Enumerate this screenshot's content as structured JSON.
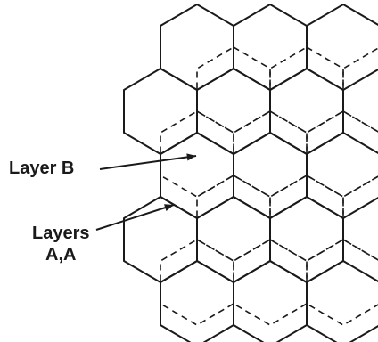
{
  "labels": {
    "layer_b": "Layer B",
    "layers_a_line1": "Layers",
    "layers_a_line2": "A,A"
  },
  "colors": {
    "ink": "#1a1a1a",
    "background": "#ffffff"
  },
  "lattice": {
    "layer_a_style": "solid",
    "layer_b_style": "dashed"
  }
}
